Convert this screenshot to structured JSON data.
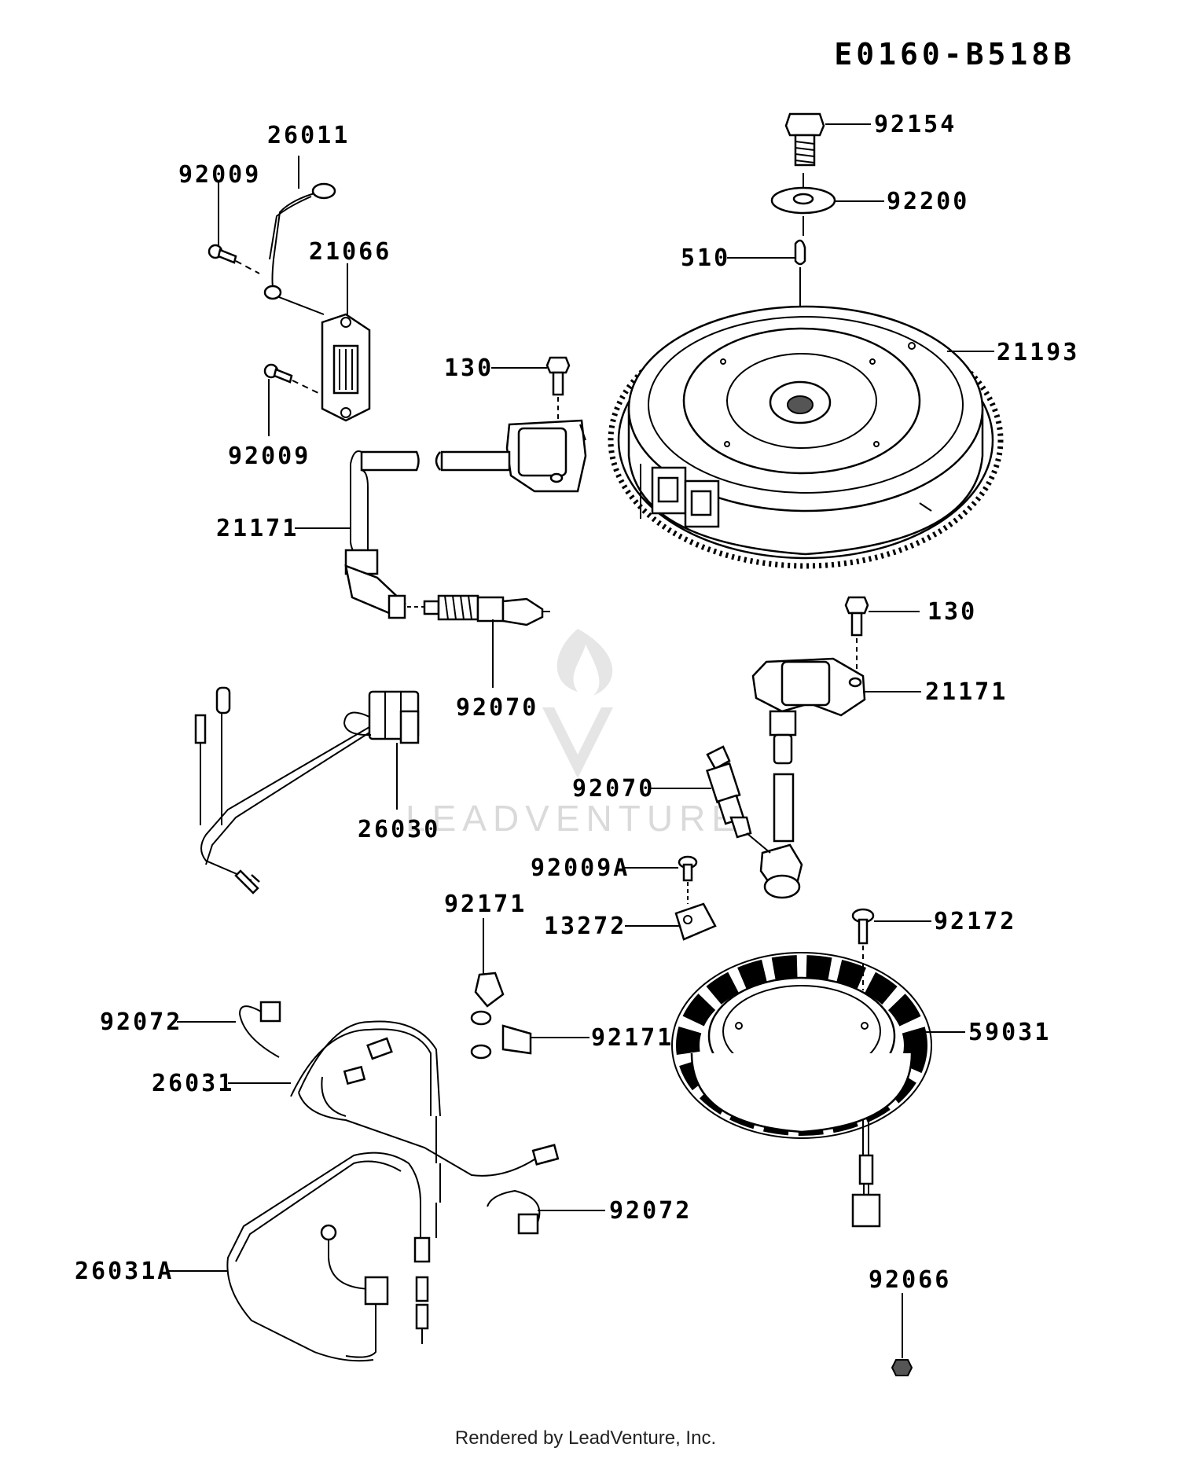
{
  "diagram_code": "E0160-B518B",
  "footer": "Rendered by LeadVenture, Inc.",
  "watermark": "LEADVENTURE",
  "callouts": [
    {
      "id": "c-92154",
      "label": "92154"
    },
    {
      "id": "c-92200",
      "label": "92200"
    },
    {
      "id": "c-510",
      "label": "510"
    },
    {
      "id": "c-21193",
      "label": "21193"
    },
    {
      "id": "c-26011",
      "label": "26011"
    },
    {
      "id": "c-92009-top",
      "label": "92009"
    },
    {
      "id": "c-21066",
      "label": "21066"
    },
    {
      "id": "c-92009-bottom",
      "label": "92009"
    },
    {
      "id": "c-130-top",
      "label": "130"
    },
    {
      "id": "c-21171-left",
      "label": "21171"
    },
    {
      "id": "c-92070-left",
      "label": "92070"
    },
    {
      "id": "c-130-right",
      "label": "130"
    },
    {
      "id": "c-21171-right",
      "label": "21171"
    },
    {
      "id": "c-92070-right",
      "label": "92070"
    },
    {
      "id": "c-26030",
      "label": "26030"
    },
    {
      "id": "c-92009A",
      "label": "92009A"
    },
    {
      "id": "c-13272",
      "label": "13272"
    },
    {
      "id": "c-92171-top",
      "label": "92171"
    },
    {
      "id": "c-92171-bottom",
      "label": "92171"
    },
    {
      "id": "c-92172",
      "label": "92172"
    },
    {
      "id": "c-59031",
      "label": "59031"
    },
    {
      "id": "c-92072-top",
      "label": "92072"
    },
    {
      "id": "c-26031",
      "label": "26031"
    },
    {
      "id": "c-92072-bottom",
      "label": "92072"
    },
    {
      "id": "c-26031A",
      "label": "26031A"
    },
    {
      "id": "c-92066",
      "label": "92066"
    }
  ]
}
